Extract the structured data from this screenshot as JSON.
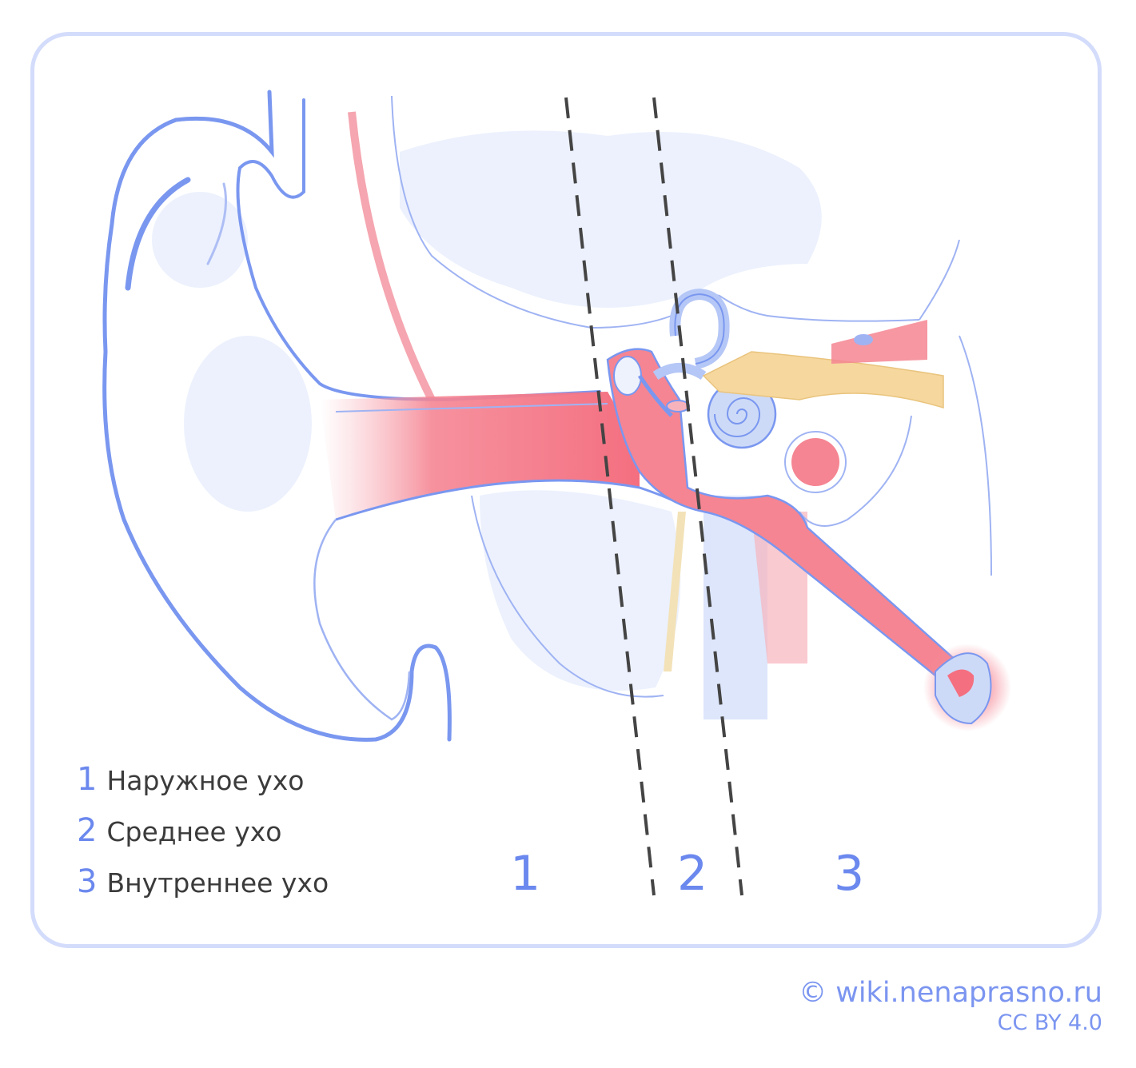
{
  "legend": [
    {
      "num": "1",
      "label": "Наружное ухо"
    },
    {
      "num": "2",
      "label": "Среднее ухо"
    },
    {
      "num": "3",
      "label": "Внутреннее ухо"
    }
  ],
  "zones": [
    "1",
    "2",
    "3"
  ],
  "credit": {
    "site": "© wiki.nenaprasno.ru",
    "license": "CC BY 4.0"
  },
  "colors": {
    "accent": "#6b88ee",
    "outline": "#7a97f0",
    "frame": "#d3dcfb",
    "canal": "#f4808f",
    "nerve": "#f6d79e",
    "divider": "#444444"
  }
}
